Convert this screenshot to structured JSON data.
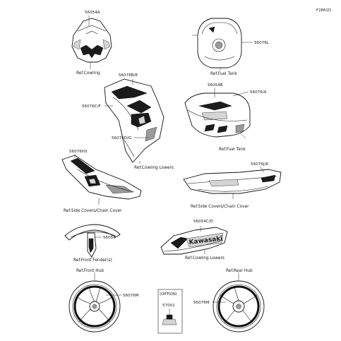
{
  "figure_code": "F2861D",
  "parts": {
    "p56054a": "56054A",
    "p56076l": "56076L",
    "p56076be": "56076B/E",
    "p56076cf": "56076C/F",
    "p56054b": "56054B",
    "p56076a": "56076/A",
    "p56076dg": "56076D/G",
    "p56076hi": "56076H/I",
    "p56076jk": "56076J/K",
    "p56054cd": "56054C/D",
    "p56054": "56054",
    "p56076m_front": "56076M",
    "p56076m_rear": "56076M",
    "p57001": "57001"
  },
  "refs": {
    "cowling": "Ref.Cowling",
    "fuel_tank_top": "Ref.Fuel Tank",
    "fuel_tank_mid": "Ref.Fuel Tank",
    "cowling_lowers_mid": "Ref.Cowling Lowers",
    "side_covers_left": "Ref.Side Covers/Chain Cover",
    "side_covers_right": "Ref.Side Covers/Chain Cover",
    "front_fender": "Ref.Front Fender(s)",
    "cowling_lowers_bottom": "Ref.Cowling Lowers",
    "front_hub": "Ref.Front Hub",
    "rear_hub": "Ref.Rear Hub"
  },
  "option_label": "(OPTION)",
  "brand_decal": "Kawasaki"
}
